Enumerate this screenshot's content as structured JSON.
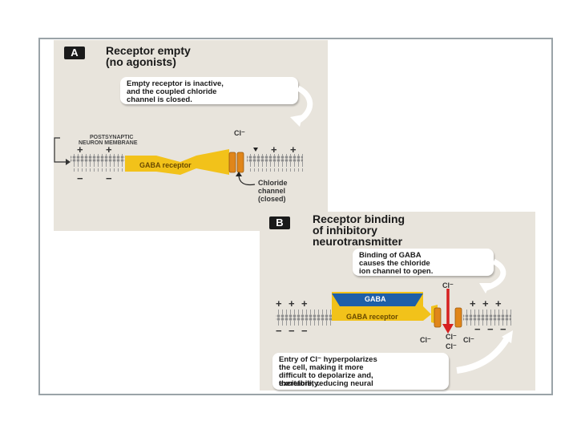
{
  "panel_a": {
    "badge": "A",
    "title_line1": "Receptor empty",
    "title_line2": "(no agonists)",
    "callout_line1": "Empty receptor is inactive,",
    "callout_line2": "and the coupled chloride",
    "callout_line3": "channel is closed.",
    "membrane_label_line1": "POSTSYNAPTIC",
    "membrane_label_line2": "NEURON MEMBRANE",
    "receptor_label": "GABA receptor",
    "ion_label": "Cl⁻",
    "channel_label_line1": "Chloride",
    "channel_label_line2": "channel",
    "channel_label_line3": "(closed)",
    "plus": "+",
    "minus": "−"
  },
  "panel_b": {
    "badge": "B",
    "title_line1": "Receptor binding",
    "title_line2": "of inhibitory",
    "title_line3": "neurotransmitter",
    "callout_line1": "Binding of GABA",
    "callout_line2": "causes the chloride",
    "callout_line3": "ion channel to open.",
    "gaba_label": "GABA",
    "receptor_label": "GABA receptor",
    "ion_label": "Cl⁻",
    "bottom_callout_line1": "Entry of Cl⁻ hyperpolarizes",
    "bottom_callout_line2": "the cell, making it more",
    "bottom_callout_line3": "difficult to depolarize and,",
    "bottom_callout_line4": "therefore, reducing neural",
    "bottom_callout_line5": "excitability.",
    "plus": "+",
    "minus": "−"
  },
  "colors": {
    "panel_bg": "#e8e4dc",
    "receptor_yellow": "#f2c21a",
    "channel_orange": "#e0861a",
    "gaba_blue": "#1e5fa8",
    "arrow_red": "#d62020",
    "frame_border": "#9aa3a8"
  }
}
